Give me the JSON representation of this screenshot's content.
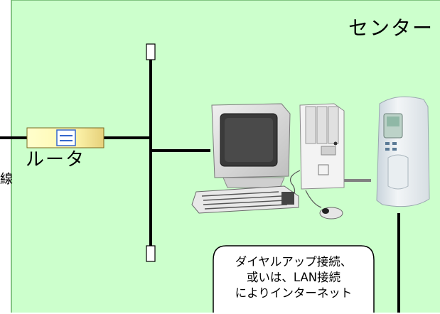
{
  "center_title": "センター",
  "router": {
    "label": "ルータ"
  },
  "left_fragment": "線",
  "callout": {
    "lines": [
      "ダイヤルアップ接続、",
      "或いは、LAN接続",
      "によりインターネット"
    ]
  },
  "colors": {
    "panel_fill": "#ccffcc",
    "panel_border": "#66b266",
    "router_fill": "#ffffcc",
    "router_accent": "#3366cc",
    "cable": "#000000",
    "connector_grey": "#808080"
  },
  "icons": {
    "router": "router-icon",
    "computer": "desktop-computer-icon",
    "server": "server-icon"
  }
}
